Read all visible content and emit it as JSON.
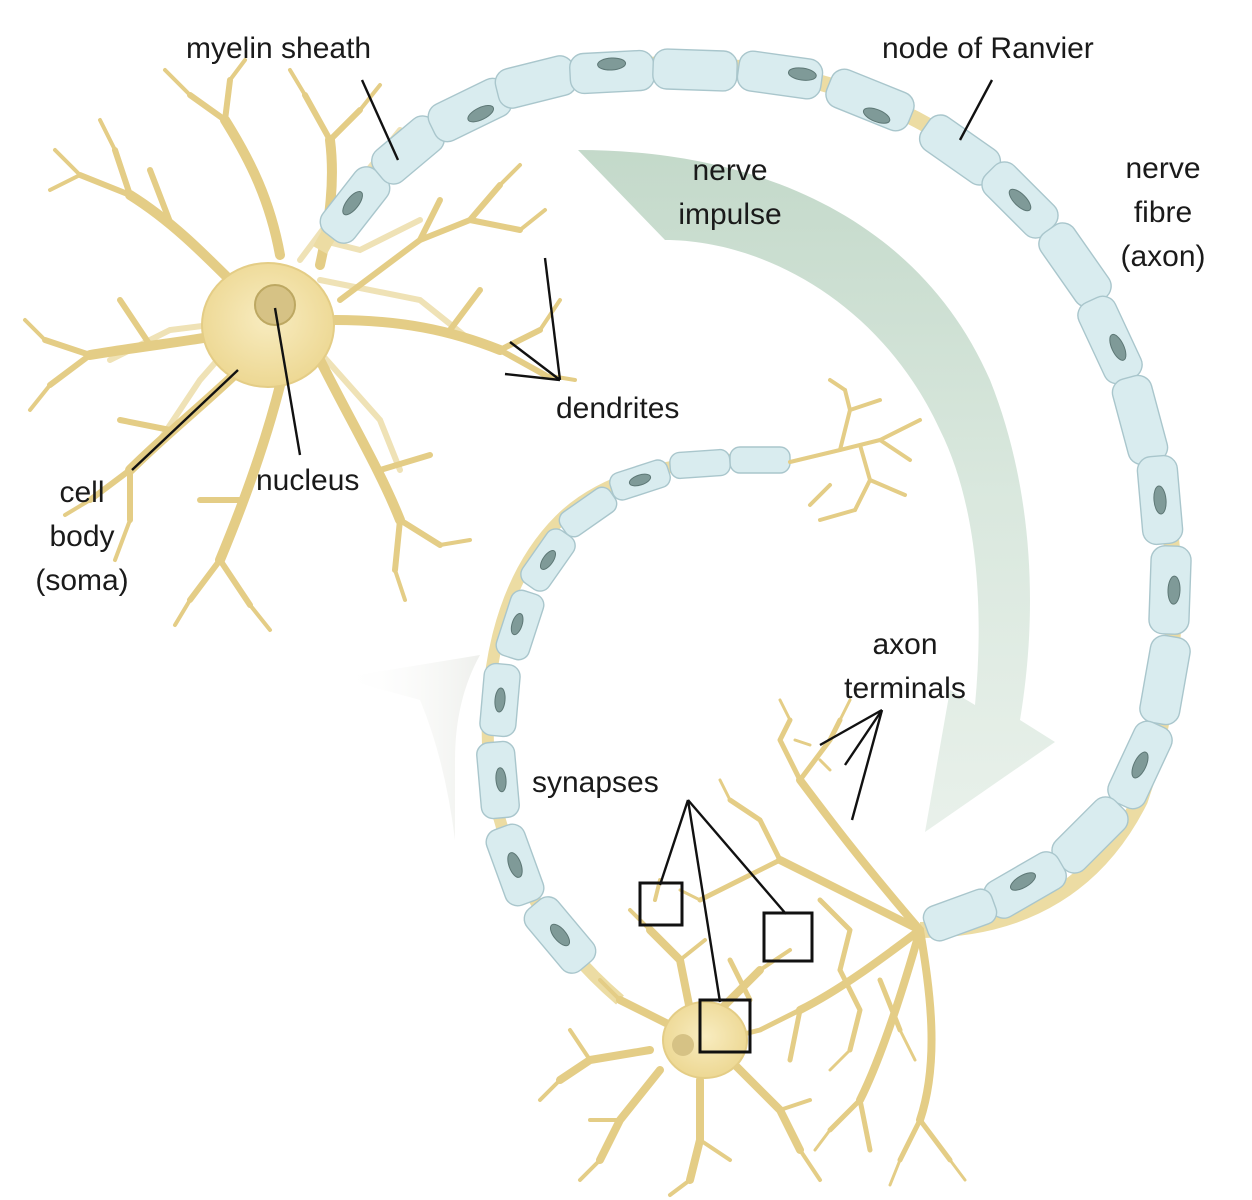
{
  "labels": {
    "myelin_sheath": "myelin sheath",
    "node_of_ranvier": "node of Ranvier",
    "nerve_impulse_line1": "nerve",
    "nerve_impulse_line2": "impulse",
    "nerve_fibre_line1": "nerve",
    "nerve_fibre_line2": "fibre",
    "nerve_fibre_line3": "(axon)",
    "dendrites": "dendrites",
    "nucleus": "nucleus",
    "cell_body_line1": "cell",
    "cell_body_line2": "body",
    "cell_body_line3": "(soma)",
    "axon_terminals_line1": "axon",
    "axon_terminals_line2": "terminals",
    "synapses": "synapses"
  },
  "colors": {
    "cell": "#f3e3a9",
    "cell_outline": "#e4cd86",
    "myelin": "#d9ecef",
    "myelin_outline": "#a9c6cc",
    "schwann_nucleus": "#7f9a98",
    "impulse_arrow": "#c9dccd",
    "label_text": "#1a1a1a"
  }
}
